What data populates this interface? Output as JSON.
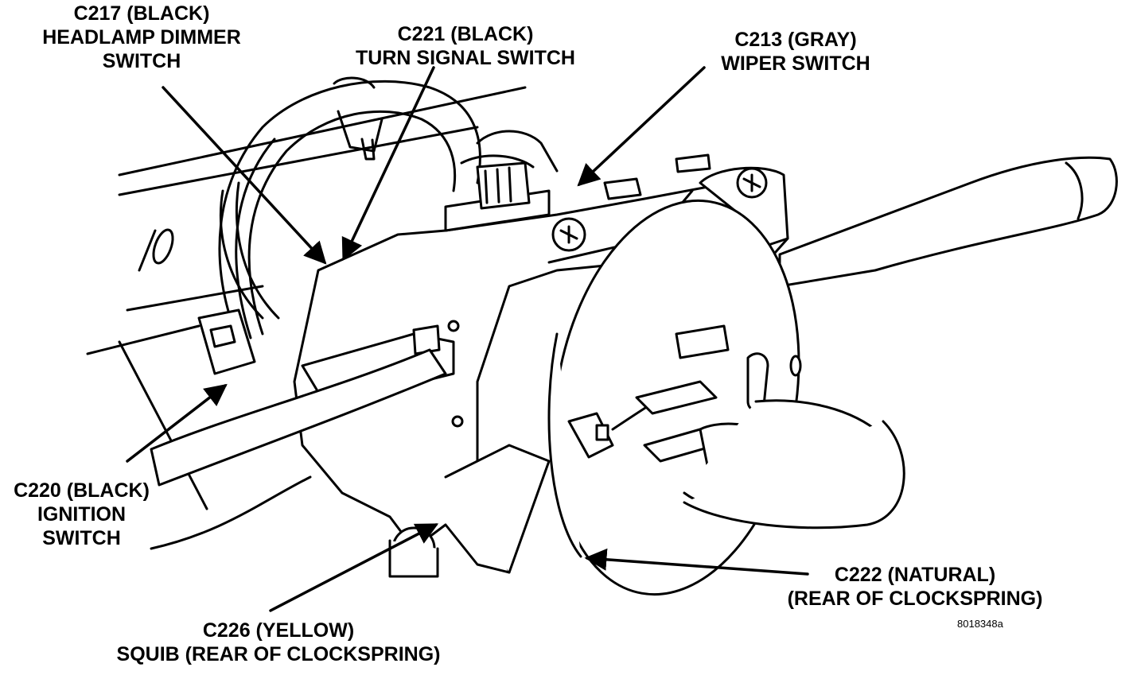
{
  "labels": {
    "c217": {
      "line1": "C217 (BLACK)",
      "line2": "HEADLAMP DIMMER",
      "line3": "SWITCH"
    },
    "c221": {
      "line1": "C221 (BLACK)",
      "line2": "TURN SIGNAL SWITCH"
    },
    "c213": {
      "line1": "C213 (GRAY)",
      "line2": "WIPER SWITCH"
    },
    "c220": {
      "line1": "C220 (BLACK)",
      "line2": "IGNITION",
      "line3": "SWITCH"
    },
    "c222": {
      "line1": "C222 (NATURAL)",
      "line2": "(REAR OF CLOCKSPRING)"
    },
    "c226": {
      "line1": "C226 (YELLOW)",
      "line2": "SQUIB (REAR OF CLOCKSPRING)"
    }
  },
  "figure_id": "8018348a",
  "colors": {
    "line": "#000000",
    "fill": "#ffffff"
  }
}
